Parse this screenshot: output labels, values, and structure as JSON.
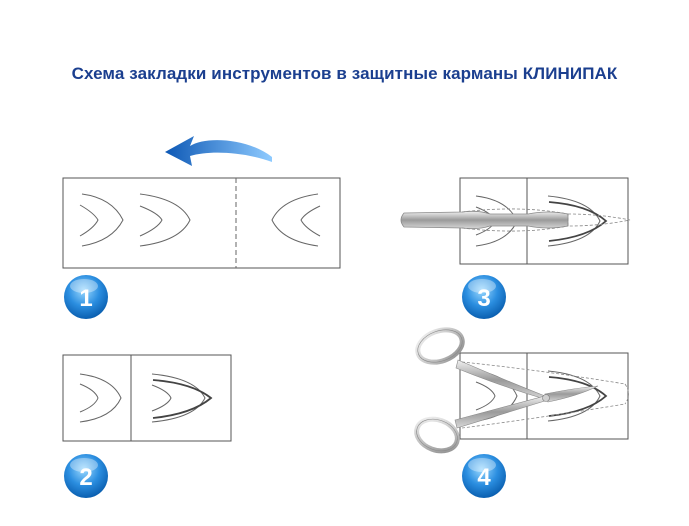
{
  "title": "Схема закладки инструментов в защитные карманы КЛИНИПАК",
  "steps": [
    {
      "number": "1"
    },
    {
      "number": "2"
    },
    {
      "number": "3"
    },
    {
      "number": "4"
    }
  ],
  "colors": {
    "title": "#1b3f8f",
    "arrow": "#1a6fc9",
    "badge_light": "#8fd3ff",
    "badge_dark": "#0a63b8",
    "outline": "#555555"
  }
}
